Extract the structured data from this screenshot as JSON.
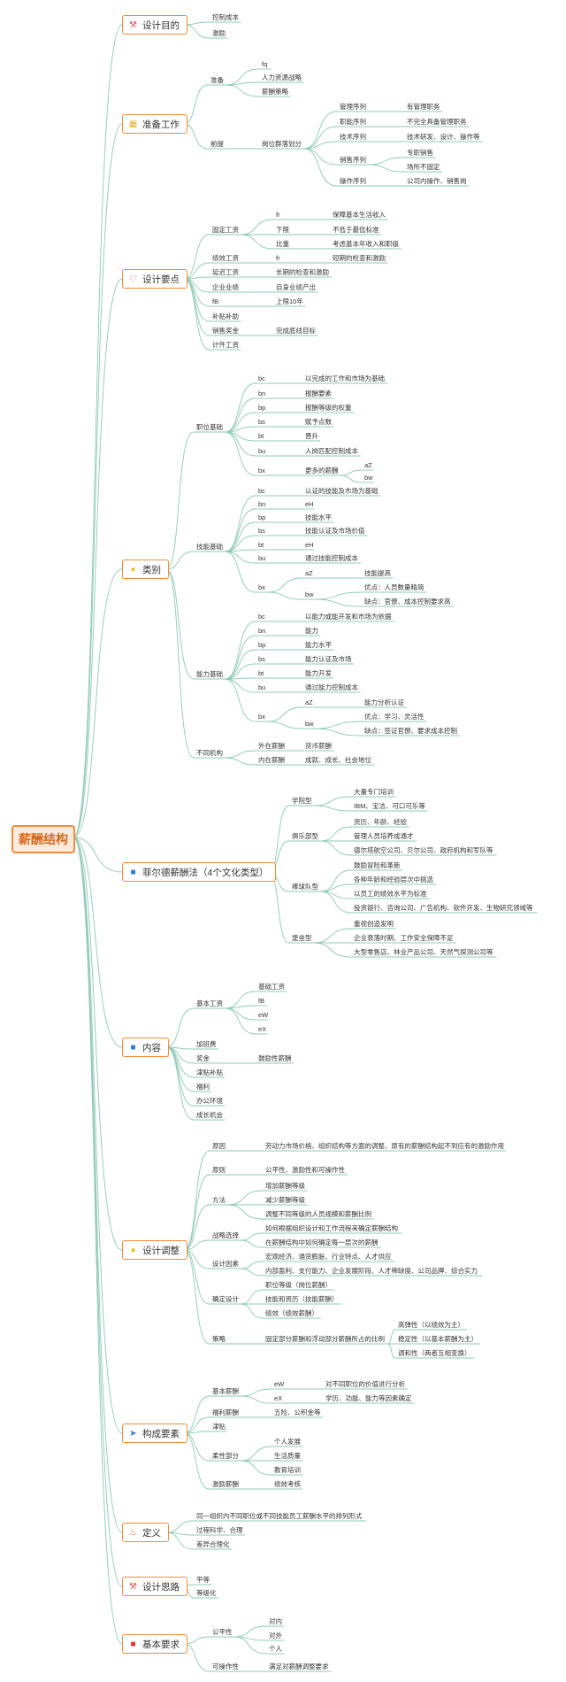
{
  "root": "薪酬结构",
  "branches": [
    {
      "key": "b1",
      "label": "设计目的",
      "icon": "tools-icon",
      "iconChar": "⚒",
      "iconColor": "#d9534f",
      "children": [
        {
          "label": "控制成本"
        },
        {
          "label": "激励"
        }
      ]
    },
    {
      "key": "b2",
      "label": "准备工作",
      "icon": "note-icon",
      "iconChar": "▦",
      "iconColor": "#e0b040",
      "children": [
        {
          "label": "准备",
          "children": [
            {
              "label": "fq"
            },
            {
              "label": "人力资源战略"
            },
            {
              "label": "薪酬策略"
            }
          ]
        },
        {
          "label": "前提",
          "children": [
            {
              "label": "岗位群落划分",
              "children": [
                {
                  "label": "管理序列",
                  "children": [
                    {
                      "label": "有管理职务"
                    }
                  ]
                },
                {
                  "label": "职能序列",
                  "children": [
                    {
                      "label": "不完全具备管理职务"
                    }
                  ]
                },
                {
                  "label": "技术序列",
                  "children": [
                    {
                      "label": "技术研发、设计、操作等"
                    }
                  ]
                },
                {
                  "label": "销售序列",
                  "children": [
                    {
                      "label": "专职销售"
                    },
                    {
                      "label": "场所不固定"
                    }
                  ]
                },
                {
                  "label": "操作序列",
                  "children": [
                    {
                      "label": "公司内操作、销售岗"
                    }
                  ]
                }
              ]
            }
          ]
        }
      ]
    },
    {
      "key": "b3",
      "label": "设计要点",
      "icon": "heart-icon",
      "iconChar": "♡",
      "iconColor": "#d9534f",
      "children": [
        {
          "label": "固定工资",
          "children": [
            {
              "label": "fr",
              "children": [
                {
                  "label": "保障基本生活收入"
                }
              ]
            },
            {
              "label": "下限",
              "children": [
                {
                  "label": "不低于最低标准"
                }
              ]
            },
            {
              "label": "比重",
              "children": [
                {
                  "label": "考虑基本年收入和职级"
                }
              ]
            }
          ]
        },
        {
          "label": "绩效工资",
          "children": [
            {
              "label": "fr",
              "children": [
                {
                  "label": "短期的检查和激励"
                }
              ]
            }
          ]
        },
        {
          "label": "延迟工资",
          "children": [
            {
              "label": "长期的检查和激励"
            }
          ]
        },
        {
          "label": "企业业绩",
          "children": [
            {
              "label": "自身业绩产出"
            }
          ]
        },
        {
          "label": "fB",
          "children": [
            {
              "label": "上限10年"
            }
          ]
        },
        {
          "label": "补贴补助"
        },
        {
          "label": "销售奖金",
          "children": [
            {
              "label": "完成底线目标"
            }
          ]
        },
        {
          "label": "计件工资"
        }
      ]
    },
    {
      "key": "b4",
      "label": "类别",
      "icon": "bulb-icon",
      "iconChar": "●",
      "iconColor": "#e8c030",
      "children": [
        {
          "label": "职位基础",
          "children": [
            {
              "label": "bc",
              "children": [
                {
                  "label": "以完成的工作和市场为基础"
                }
              ]
            },
            {
              "label": "bn",
              "children": [
                {
                  "label": "报酬要素"
                }
              ]
            },
            {
              "label": "bp",
              "children": [
                {
                  "label": "报酬等级的权重"
                }
              ]
            },
            {
              "label": "bs",
              "children": [
                {
                  "label": "赋予点数"
                }
              ]
            },
            {
              "label": "bt",
              "children": [
                {
                  "label": "晋升"
                }
              ]
            },
            {
              "label": "bu",
              "children": [
                {
                  "label": "人岗匹配控制成本"
                }
              ]
            },
            {
              "label": "bx",
              "children": [
                {
                  "label": "更多的薪酬",
                  "children": [
                    {
                      "label": "aZ"
                    },
                    {
                      "label": "bw"
                    }
                  ]
                }
              ]
            }
          ]
        },
        {
          "label": "技能基础",
          "children": [
            {
              "label": "bc",
              "children": [
                {
                  "label": "认证的技能及市场为基础"
                }
              ]
            },
            {
              "label": "bn",
              "children": [
                {
                  "label": "eH"
                }
              ]
            },
            {
              "label": "bp",
              "children": [
                {
                  "label": "技能水平"
                }
              ]
            },
            {
              "label": "bs",
              "children": [
                {
                  "label": "技能认证及市场价值"
                }
              ]
            },
            {
              "label": "bt",
              "children": [
                {
                  "label": "eH"
                }
              ]
            },
            {
              "label": "bu",
              "children": [
                {
                  "label": "通过技能控制成本"
                }
              ]
            },
            {
              "label": "bx",
              "children": [
                {
                  "label": "aZ",
                  "children": [
                    {
                      "label": "技能提高"
                    }
                  ]
                },
                {
                  "label": "bw",
                  "children": [
                    {
                      "label": "优点：人员数量精简"
                    },
                    {
                      "label": "缺点：官僚、成本控制要求高"
                    }
                  ]
                }
              ]
            }
          ]
        },
        {
          "label": "能力基础",
          "children": [
            {
              "label": "bc",
              "children": [
                {
                  "label": "以能力或能开发和市场为依据"
                }
              ]
            },
            {
              "label": "bn",
              "children": [
                {
                  "label": "能力"
                }
              ]
            },
            {
              "label": "bp",
              "children": [
                {
                  "label": "能力水平"
                }
              ]
            },
            {
              "label": "bs",
              "children": [
                {
                  "label": "能力认证及市场"
                }
              ]
            },
            {
              "label": "bt",
              "children": [
                {
                  "label": "能力开发"
                }
              ]
            },
            {
              "label": "bu",
              "children": [
                {
                  "label": "通过能力控制成本"
                }
              ]
            },
            {
              "label": "bx",
              "children": [
                {
                  "label": "aZ",
                  "children": [
                    {
                      "label": "能力分析认证"
                    }
                  ]
                },
                {
                  "label": "bw",
                  "children": [
                    {
                      "label": "优点：学习、灵活性"
                    },
                    {
                      "label": "缺点：签证官僚、要求成本控制"
                    }
                  ]
                }
              ]
            }
          ]
        },
        {
          "label": "不同机构",
          "children": [
            {
              "label": "外在薪酬",
              "children": [
                {
                  "label": "货币薪酬"
                }
              ]
            },
            {
              "label": "内在薪酬",
              "children": [
                {
                  "label": "成就、成长、社会地位"
                }
              ]
            }
          ]
        }
      ]
    },
    {
      "key": "b5",
      "label": "菲尔德薪酬法（4个文化类型）",
      "icon": "flag-icon",
      "iconChar": "■",
      "iconColor": "#2a7fd4",
      "children": [
        {
          "label": "学院型",
          "children": [
            {
              "label": "大量专门培训"
            },
            {
              "label": "IBM、宝洁、可口可乐等"
            }
          ]
        },
        {
          "label": "俱乐部型",
          "children": [
            {
              "label": "资历、年龄、经验"
            },
            {
              "label": "管理人员培养成通才"
            },
            {
              "label": "德尔塔航空公司、贝尔公司、政府机构和军队等"
            }
          ]
        },
        {
          "label": "棒球队型",
          "children": [
            {
              "label": "鼓励冒险和革新"
            },
            {
              "label": "各种年龄和经验层次中挑选"
            },
            {
              "label": "以员工的绩效水平为标准"
            },
            {
              "label": "投资银行、咨询公司、广告机构、软件开发、生物研究领域等"
            }
          ]
        },
        {
          "label": "堡垒型",
          "children": [
            {
              "label": "重视创造发明"
            },
            {
              "label": "企业衰落时期、工作安全保障不足"
            },
            {
              "label": "大型零售店、林业产品公司、天然气探测公司等"
            }
          ]
        }
      ]
    },
    {
      "key": "b6",
      "label": "内容",
      "icon": "flag-icon",
      "iconChar": "■",
      "iconColor": "#2a7fd4",
      "children": [
        {
          "label": "基本工资",
          "children": [
            {
              "label": "基础工资"
            },
            {
              "label": "fB"
            },
            {
              "label": "eW"
            },
            {
              "label": "eX"
            }
          ]
        },
        {
          "label": "加班费"
        },
        {
          "label": "奖金",
          "children": [
            {
              "label": "鼓励性薪酬"
            }
          ]
        },
        {
          "label": "津贴补贴"
        },
        {
          "label": "福利"
        },
        {
          "label": "办公环境"
        },
        {
          "label": "成长机会"
        }
      ]
    },
    {
      "key": "b7",
      "label": "设计调整",
      "icon": "bulb-icon",
      "iconChar": "●",
      "iconColor": "#e8c030",
      "children": [
        {
          "label": "原因",
          "children": [
            {
              "label": "劳动力市场价格、组织结构等方面的调整、原有的薪酬结构起不到应有的激励作用"
            }
          ]
        },
        {
          "label": "原则",
          "children": [
            {
              "label": "公平性、激励性和可操作性"
            }
          ]
        },
        {
          "label": "方法",
          "children": [
            {
              "label": "增加薪酬等级"
            },
            {
              "label": "减少薪酬等级"
            },
            {
              "label": "调整不同等级的人员规模和薪酬比例"
            }
          ]
        },
        {
          "label": "战略选择",
          "children": [
            {
              "label": "如何根据组织设计和工作流程来确定薪酬结构"
            },
            {
              "label": "在薪酬结构中如何确定每一层次的薪酬"
            }
          ]
        },
        {
          "label": "设计因素",
          "children": [
            {
              "label": "宏观经济、通货膨胀、行业特点、人才供应"
            },
            {
              "label": "内部盈利、支付能力、企业发展阶段、人才稀缺度、公司品牌、综合实力"
            }
          ]
        },
        {
          "label": "确定设计",
          "children": [
            {
              "label": "职位等级（岗位薪酬）"
            },
            {
              "label": "技能和资历（技能薪酬）"
            },
            {
              "label": "绩效（绩效薪酬）"
            }
          ]
        },
        {
          "label": "策略",
          "children": [
            {
              "label": "固定部分薪酬和浮动部分薪酬所占的比例",
              "children": [
                {
                  "label": "高弹性（以绩效为主）"
                },
                {
                  "label": "稳定性（以基本薪酬为主）"
                },
                {
                  "label": "调和性（两者互相变换）"
                }
              ]
            }
          ]
        }
      ]
    },
    {
      "key": "b8",
      "label": "构成要素",
      "icon": "send-icon",
      "iconChar": "➤",
      "iconColor": "#2a7fd4",
      "children": [
        {
          "label": "基本薪酬",
          "children": [
            {
              "label": "eW",
              "children": [
                {
                  "label": "对不同职位的价值进行分析"
                }
              ]
            },
            {
              "label": "eX",
              "children": [
                {
                  "label": "学历、功能、能力等因素确定"
                }
              ]
            }
          ]
        },
        {
          "label": "福利薪酬",
          "children": [
            {
              "label": "五险、公积金等"
            }
          ]
        },
        {
          "label": "津贴"
        },
        {
          "label": "柔性部分",
          "children": [
            {
              "label": "个人发展"
            },
            {
              "label": "生活质量"
            },
            {
              "label": "教育培训"
            }
          ]
        },
        {
          "label": "激励薪酬",
          "children": [
            {
              "label": "绩效考核"
            }
          ]
        }
      ]
    },
    {
      "key": "b9",
      "label": "定义",
      "icon": "fire-icon",
      "iconChar": "♨",
      "iconColor": "#e05020",
      "children": [
        {
          "label": "同一组织内不同职位或不同技能员工薪酬水平的排列形式"
        },
        {
          "label": "过程科学、合理"
        },
        {
          "label": "差异合理化"
        }
      ]
    },
    {
      "key": "b10",
      "label": "设计思路",
      "icon": "tools-icon",
      "iconChar": "⚒",
      "iconColor": "#d9534f",
      "children": [
        {
          "label": "平等"
        },
        {
          "label": "等级化"
        }
      ]
    },
    {
      "key": "b11",
      "label": "基本要求",
      "icon": "flag-icon",
      "iconChar": "■",
      "iconColor": "#e03030",
      "children": [
        {
          "label": "公平性",
          "children": [
            {
              "label": "对内"
            },
            {
              "label": "对外"
            },
            {
              "label": "个人"
            }
          ]
        },
        {
          "label": "可操作性",
          "children": [
            {
              "label": "满足对薪酬调整要求"
            }
          ]
        }
      ]
    }
  ]
}
